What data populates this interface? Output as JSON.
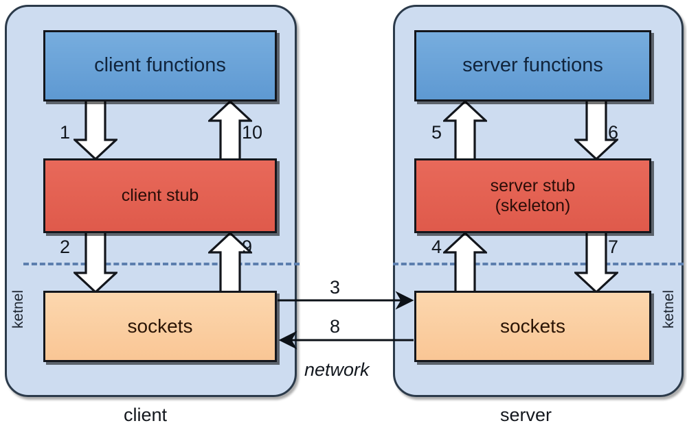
{
  "diagram": {
    "title": "RPC client-server stub and socket layering",
    "colors": {
      "panel_background": "#cddcf0",
      "panel_border": "#2b3a4a",
      "functions_block": "#6aa3d8",
      "stub_block": "#e4604f",
      "sockets_block": "#fbd0a4",
      "block_border": "#13161c",
      "kernel_dashed_line": "#5c7fae",
      "text": "#11161d"
    }
  },
  "client_panel": {
    "caption": "client",
    "side_label": "ketnel",
    "blocks": {
      "functions": "client functions",
      "stub": "client stub",
      "sockets": "sockets"
    }
  },
  "server_panel": {
    "caption": "server",
    "side_label": "ketnel",
    "blocks": {
      "functions": "server functions",
      "stub_line1": "server stub",
      "stub_line2": "(skeleton)",
      "sockets": "sockets"
    }
  },
  "network": {
    "label": "network",
    "request_step": "3",
    "reply_step": "8"
  },
  "steps": {
    "s1": "1",
    "s2": "2",
    "s3": "3",
    "s4": "4",
    "s5": "5",
    "s6": "6",
    "s7": "7",
    "s8": "8",
    "s9": "9",
    "s10": "10"
  },
  "flow": [
    {
      "step": "1",
      "from": "client functions",
      "to": "client stub",
      "direction": "down"
    },
    {
      "step": "2",
      "from": "client stub",
      "to": "client sockets",
      "direction": "down"
    },
    {
      "step": "3",
      "from": "client sockets",
      "to": "server sockets",
      "direction": "right"
    },
    {
      "step": "4",
      "from": "server sockets",
      "to": "server stub (skeleton)",
      "direction": "up"
    },
    {
      "step": "5",
      "from": "server stub (skeleton)",
      "to": "server functions",
      "direction": "up"
    },
    {
      "step": "6",
      "from": "server functions",
      "to": "server stub (skeleton)",
      "direction": "down"
    },
    {
      "step": "7",
      "from": "server stub (skeleton)",
      "to": "server sockets",
      "direction": "down"
    },
    {
      "step": "8",
      "from": "server sockets",
      "to": "client sockets",
      "direction": "left"
    },
    {
      "step": "9",
      "from": "client sockets",
      "to": "client stub",
      "direction": "up"
    },
    {
      "step": "10",
      "from": "client stub",
      "to": "client functions",
      "direction": "up"
    }
  ]
}
